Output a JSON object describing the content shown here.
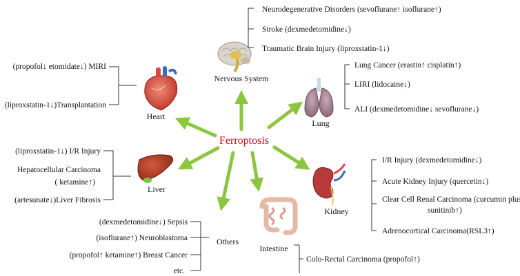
{
  "center": "Ferroptosis",
  "colors": {
    "center": "#e3001b",
    "arrow": "#8cc63f"
  },
  "organs": {
    "nervous": {
      "label": "Nervous System",
      "icon": "brain-icon",
      "items": [
        {
          "text": "Neurodegenerative  Disorders  (sevoflurane",
          "mark": "↑",
          "text2": " isoflurane",
          "mark2": "↑",
          "end": ")"
        },
        {
          "text": "Stroke (dexmedetomidine",
          "mark": "↓",
          "end": ")"
        },
        {
          "text": "Traumatic Brain Injury (liproxstatin-1",
          "mark": "↓",
          "end": ")"
        }
      ]
    },
    "heart": {
      "label": "Heart",
      "icon": "heart-icon",
      "items": [
        {
          "text": "(propofol",
          "mark": "↓",
          "text2": " etomidate",
          "mark2": "↓",
          "end": ")  MIRI"
        },
        {
          "text": "(liproxstatin-1",
          "mark": "↓",
          "end": ")Transplantation"
        }
      ]
    },
    "lung": {
      "label": "Lung",
      "icon": "lungs-icon",
      "items": [
        {
          "text": "Lung Cancer  (erastin",
          "mark": "↑",
          "text2": " cisplatin",
          "mark2": "↑",
          "end": ")"
        },
        {
          "text": "LIRI (lidocaine",
          "mark": "↓",
          "end": ")"
        },
        {
          "text": "ALI (dexmedetomidine",
          "mark": "↓",
          "text2": "  sevoflurane",
          "mark2": "↓",
          "end": ")"
        }
      ]
    },
    "liver": {
      "label": "Liver",
      "icon": "liver-icon",
      "items": [
        {
          "text": "(liproxstatin-1",
          "mark": "↓",
          "end": ") I/R Injury"
        },
        {
          "text": "Hepatocellular Carcinoma"
        },
        {
          "text": "( ketamine",
          "mark": "↑",
          "end": ")"
        },
        {
          "text": "(artesunate",
          "mark": "↓",
          "end": ")Liver Fibrosis"
        }
      ]
    },
    "kidney": {
      "label": "Kidney",
      "icon": "kidney-icon",
      "items": [
        {
          "text": "I/R Injury (dexmedetomidine",
          "mark": "↓",
          "end": ")"
        },
        {
          "text": "Acute Kidney Injury  (quercetin",
          "mark": "↓",
          "end": ")"
        },
        {
          "text": "Clear Cell Renal Carcinoma (curcumin plus"
        },
        {
          "text": "sunitinib",
          "mark": "↑",
          "end": ")"
        },
        {
          "text": "Adrenocortical Carcinoma(RSL3",
          "mark": "↑",
          "end": ")"
        }
      ]
    },
    "others": {
      "label": "Others",
      "items": [
        {
          "text": "(dexmedetomidine",
          "mark": "↓",
          "end": ")  Sepsis"
        },
        {
          "text": "(isoflurane",
          "mark": "↑",
          "end": ") Neuroblastoma"
        },
        {
          "text": "(propofol",
          "mark": "↑",
          "text2": " ketamine",
          "mark2": "↑",
          "end": ")  Breast Cancer"
        },
        {
          "text": "etc."
        }
      ]
    },
    "intestine": {
      "label": "Intestine",
      "icon": "intestine-icon",
      "items": [
        {
          "text": "Colo-Rectal Carcinoma  (propofol",
          "mark": "↑",
          "end": ")"
        }
      ]
    }
  }
}
